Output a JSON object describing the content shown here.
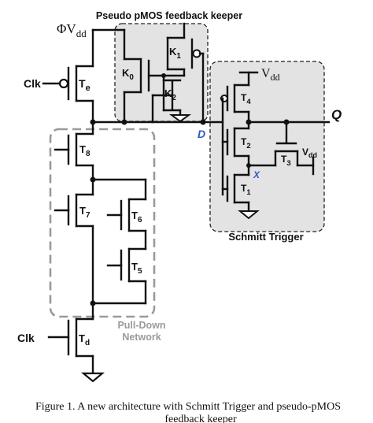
{
  "diagram": {
    "supply_clk_label": "ΦV",
    "supply_clk_sub": "dd",
    "keeper_title": "Pseudo pMOS feedback keeper",
    "schmitt_title": "Schmitt Trigger",
    "pulldown_line1": "Pull-Down",
    "pulldown_line2": "Network",
    "clk_top": "Clk",
    "clk_bottom": "Clk",
    "node_d": "D",
    "node_x": "X",
    "node_q": "Q",
    "vdd_top": "V",
    "vdd_top_sub": "dd",
    "vdd_t3": "V",
    "vdd_t3_sub": "dd",
    "transistors": {
      "te": {
        "main": "T",
        "sub": "e"
      },
      "td": {
        "main": "T",
        "sub": "d"
      },
      "t8": {
        "main": "T",
        "sub": "8"
      },
      "t7": {
        "main": "T",
        "sub": "7"
      },
      "t6": {
        "main": "T",
        "sub": "6"
      },
      "t5": {
        "main": "T",
        "sub": "5"
      },
      "k0": {
        "main": "K",
        "sub": "0"
      },
      "k1": {
        "main": "K",
        "sub": "1"
      },
      "k2": {
        "main": "K",
        "sub": "2"
      },
      "t4": {
        "main": "T",
        "sub": "4"
      },
      "t3": {
        "main": "T",
        "sub": "3"
      },
      "t2": {
        "main": "T",
        "sub": "2"
      },
      "t1": {
        "main": "T",
        "sub": "1"
      }
    }
  },
  "caption": {
    "line1": "Figure 1.    A new architecture with Schmitt Trigger and pseudo-pMOS",
    "line2": "feedback keeper"
  }
}
